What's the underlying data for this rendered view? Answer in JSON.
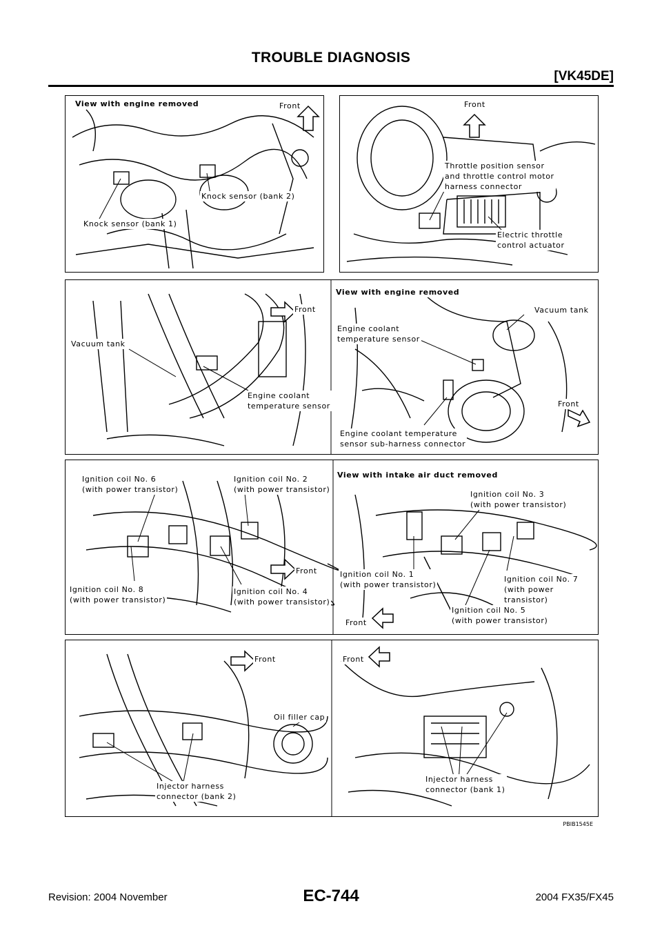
{
  "header": {
    "title": "TROUBLE DIAGNOSIS",
    "engine": "[VK45DE]"
  },
  "panels": {
    "p1a": {
      "view": "View with engine removed",
      "front": "Front",
      "knock_bank2": "Knock sensor (bank 2)",
      "knock_bank1": "Knock sensor (bank 1)"
    },
    "p1b": {
      "front": "Front",
      "tps": "Throttle position sensor\nand throttle control motor\nharness connector",
      "etc": "Electric throttle\ncontrol actuator"
    },
    "p2a": {
      "front": "Front",
      "vacuum": "Vacuum tank",
      "ect": "Engine coolant\ntemperature sensor"
    },
    "p2b": {
      "view": "View with engine removed",
      "vacuum": "Vacuum tank",
      "ect": "Engine coolant\ntemperature sensor",
      "front": "Front",
      "sub": "Engine coolant temperature\nsensor sub-harness connector"
    },
    "p3a": {
      "coil6": "Ignition coil No. 6\n(with power transistor)",
      "coil2": "Ignition coil No. 2\n(with power transistor)",
      "front": "Front",
      "coil8": "Ignition coil No. 8\n(with power transistor)",
      "coil4": "Ignition coil No. 4\n(with power transistor)"
    },
    "p3b": {
      "view": "View with intake air duct removed",
      "coil3": "Ignition coil No. 3\n(with power transistor)",
      "coil1": "Ignition coil No. 1\n(with power transistor)",
      "coil7": "Ignition coil No. 7\n(with power transistor)",
      "coil5": "Ignition coil No. 5\n(with power transistor)",
      "front": "Front"
    },
    "p4a": {
      "front": "Front",
      "oil": "Oil filler cap",
      "inj2": "Injector harness\nconnector (bank 2)"
    },
    "p4b": {
      "front": "Front",
      "inj1": "Injector harness\nconnector (bank 1)"
    }
  },
  "figure_code": "PBIB1545E",
  "footer": {
    "revision": "Revision: 2004 November",
    "page": "EC-744",
    "model": "2004 FX35/FX45"
  }
}
